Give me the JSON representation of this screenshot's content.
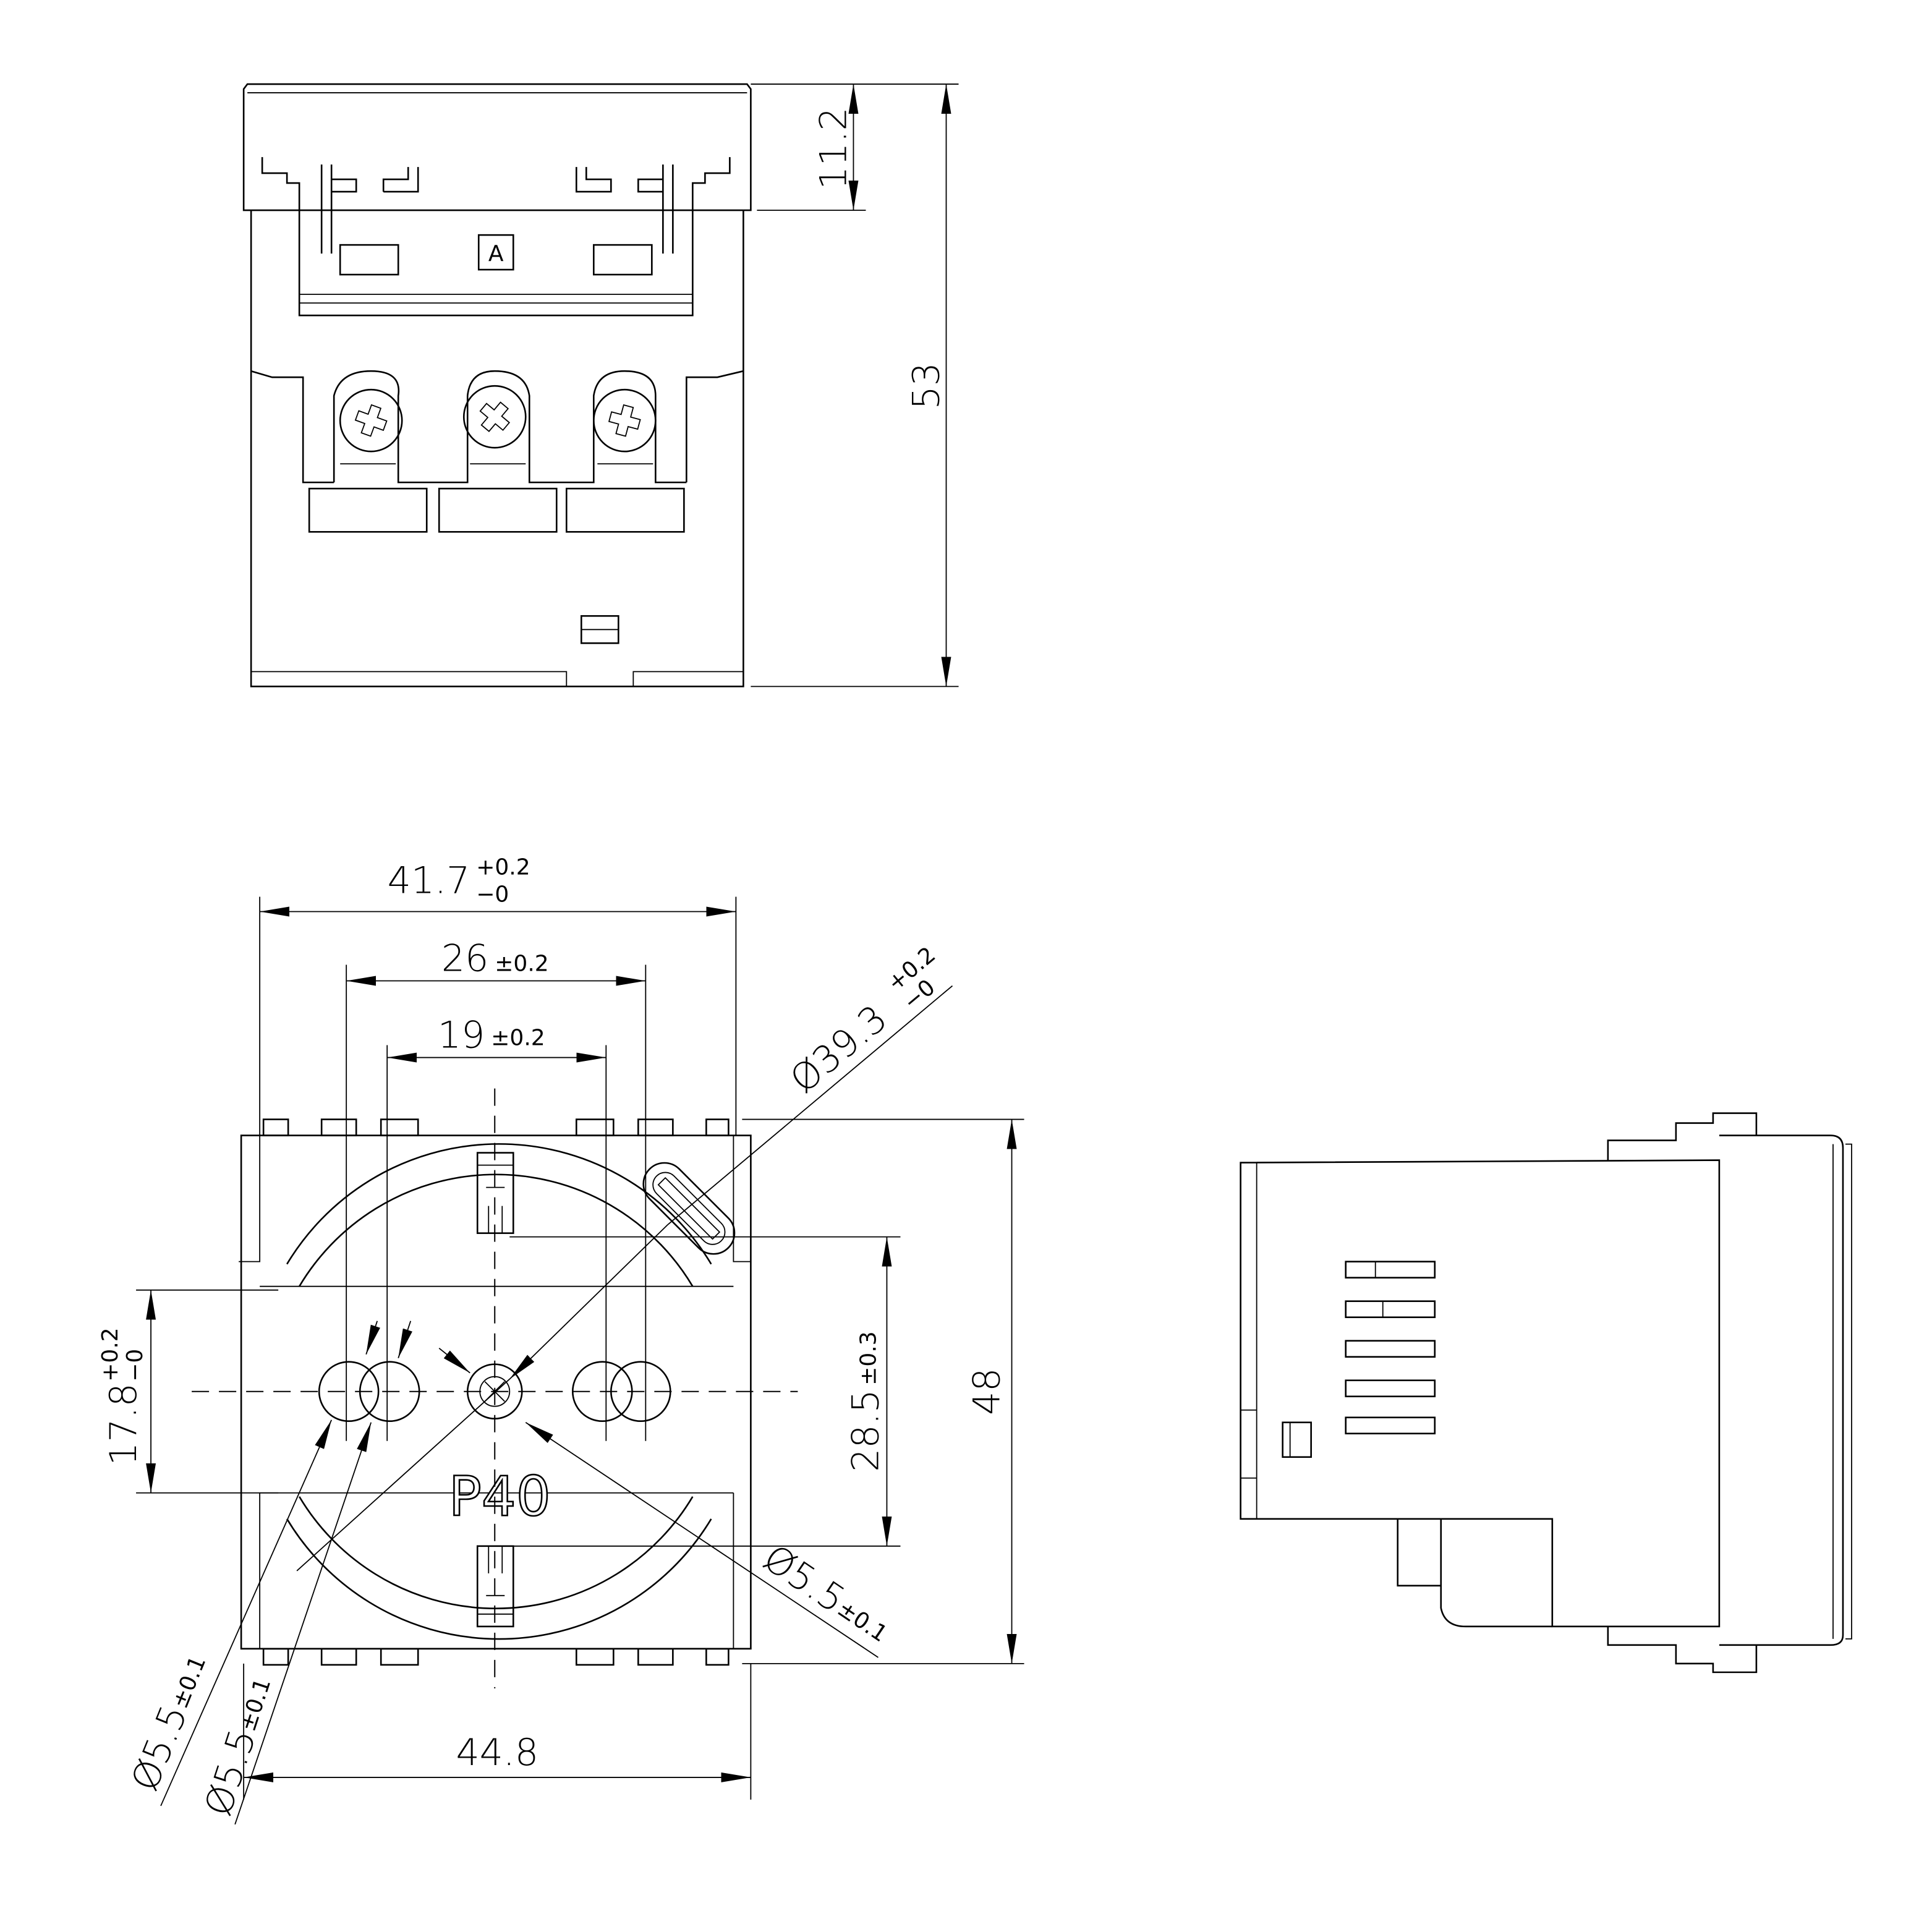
{
  "top_view": {
    "module_label": "A",
    "dim_cap_height": "11.2",
    "dim_height": "53"
  },
  "front_view": {
    "marking": "P40",
    "dim_inner_width": {
      "value": "41.7",
      "tol_plus": "+0.2",
      "tol_minus": "−0"
    },
    "dim_outer_hole_spacing": {
      "value": "26",
      "tol": "±0.2"
    },
    "dim_inner_hole_spacing": {
      "value": "19",
      "tol": "±0.2"
    },
    "dim_circle_diameter": {
      "value": "Ø39.3",
      "tol_plus": "+0.2",
      "tol_minus": "−0"
    },
    "dim_flange_height": {
      "value": "17.8",
      "tol_plus": "+0.2",
      "tol_minus": "−0"
    },
    "dim_clip_spacing": {
      "value": "28.5",
      "tol": "±0.3"
    },
    "dim_height": "48",
    "dim_width": "44.8",
    "dim_earth_hole": {
      "value": "Ø5.5",
      "tol": "±0.1"
    },
    "dim_left_hole_a": {
      "value": "Ø5.5",
      "tol": "±0.1"
    },
    "dim_left_hole_b": {
      "value": "Ø5.5",
      "tol": "±0.1"
    }
  }
}
